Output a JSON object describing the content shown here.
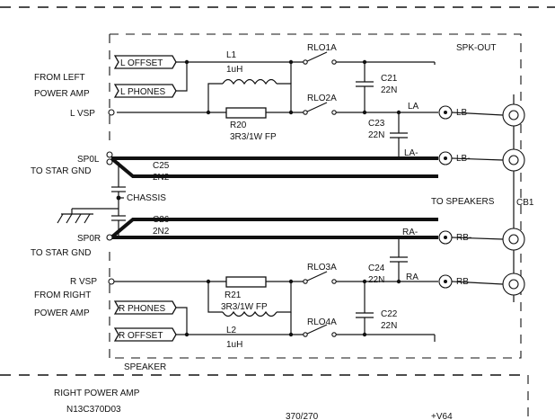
{
  "diagram": {
    "labels": {
      "from_left": "FROM LEFT",
      "power_amp_left": "POWER AMP",
      "l_vsp": "L VSP",
      "l_offset": "L OFFSET",
      "l_phones": "L PHONES",
      "l1": "L1",
      "l1_value": "1uH",
      "rlo1a": "RLO1A",
      "rlo2a": "RLO2A",
      "r20": "R20",
      "r20_value": "3R3/1W FP",
      "c21": "C21",
      "c21_value": "22N",
      "c23": "C23",
      "c23_value": "22N",
      "la": "LA",
      "la_minus": "LA-",
      "lb": "LB",
      "lb_minus": "LB-",
      "spk_out": "SPK-OUT",
      "spol": "SP0L",
      "to_star_gnd_l": "TO STAR GND",
      "c25": "C25",
      "c25_value": "2N2",
      "chassis": "CHASSIS",
      "to_speakers": "TO SPEAKERS",
      "cb1": "CB1",
      "c26": "C26",
      "c26_value": "2N2",
      "spor": "SP0R",
      "to_star_gnd_r": "TO STAR GND",
      "ra_minus": "RA-",
      "rb_minus": "RB-",
      "r_vsp": "R VSP",
      "rlo3a": "RLO3A",
      "c24": "C24",
      "c24_value": "22N",
      "ra": "RA",
      "rb": "RB",
      "from_right": "FROM RIGHT",
      "power_amp_right": "POWER AMP",
      "r_phones": "R PHONES",
      "r21": "R21",
      "r21_value": "3R3/1W FP",
      "rlo4a": "RLO4A",
      "c22": "C22",
      "c22_value": "22N",
      "r_offset": "R OFFSET",
      "l2": "L2",
      "l2_value": "1uH",
      "speaker": "SPEAKER",
      "right_power_amp": "RIGHT POWER AMP",
      "part_number": "N13C370D03",
      "code": "370/270",
      "v64": "+V64"
    }
  }
}
